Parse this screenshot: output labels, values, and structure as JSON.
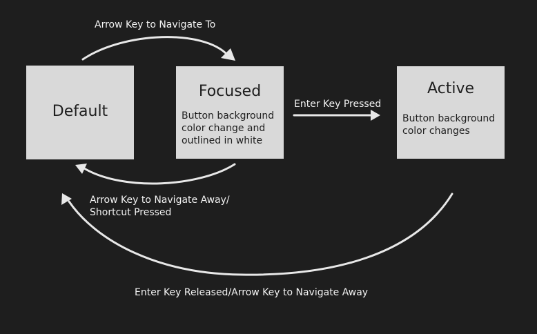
{
  "colors": {
    "background": "#1e1e1e",
    "box_fill": "#d9d9d9",
    "line": "#e8e8e8",
    "text_dark": "#1e1e1e",
    "text_light": "#f2f2f2"
  },
  "states": {
    "default": {
      "title": "Default"
    },
    "focused": {
      "title": "Focused",
      "description": "Button background\ncolor change and\noutlined in white"
    },
    "active": {
      "title": "Active",
      "description": "Button background\ncolor changes"
    }
  },
  "transitions": {
    "arrow_to": {
      "label": "Arrow Key to Navigate To"
    },
    "enter_press": {
      "label": "Enter Key Pressed"
    },
    "away": {
      "label": "Arrow Key to Navigate Away/\nShortcut Pressed"
    },
    "release": {
      "label": "Enter Key Released/Arrow Key to Navigate Away"
    }
  }
}
